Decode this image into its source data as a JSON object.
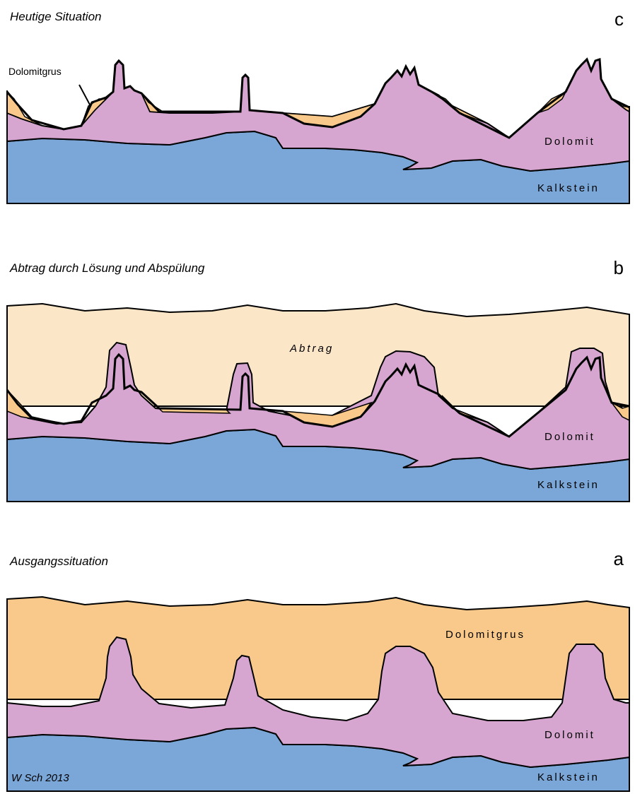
{
  "panels": {
    "c": {
      "title": "Heutige Situation",
      "letter": "c",
      "labels": {
        "dolomitgrus": "Dolomitgrus",
        "dolomit": "Dolomit",
        "kalkstein": "Kalkstein"
      }
    },
    "b": {
      "title": "Abtrag durch Lösung und Abspülung",
      "letter": "b",
      "labels": {
        "abtrag": "Abtrag",
        "dolomit": "Dolomit",
        "kalkstein": "Kalkstein"
      }
    },
    "a": {
      "title": "Ausgangssituation",
      "letter": "a",
      "labels": {
        "dolomitgrus": "Dolomitgrus",
        "dolomit": "Dolomit",
        "kalkstein": "Kalkstein"
      }
    }
  },
  "credit": "W Sch 2013",
  "colors": {
    "kalkstein": "#7ba7d8",
    "dolomit": "#d6a6d0",
    "dolomitgrus": "#f8c98a",
    "abtrag": "#fbe6c8",
    "outline": "#000000"
  }
}
